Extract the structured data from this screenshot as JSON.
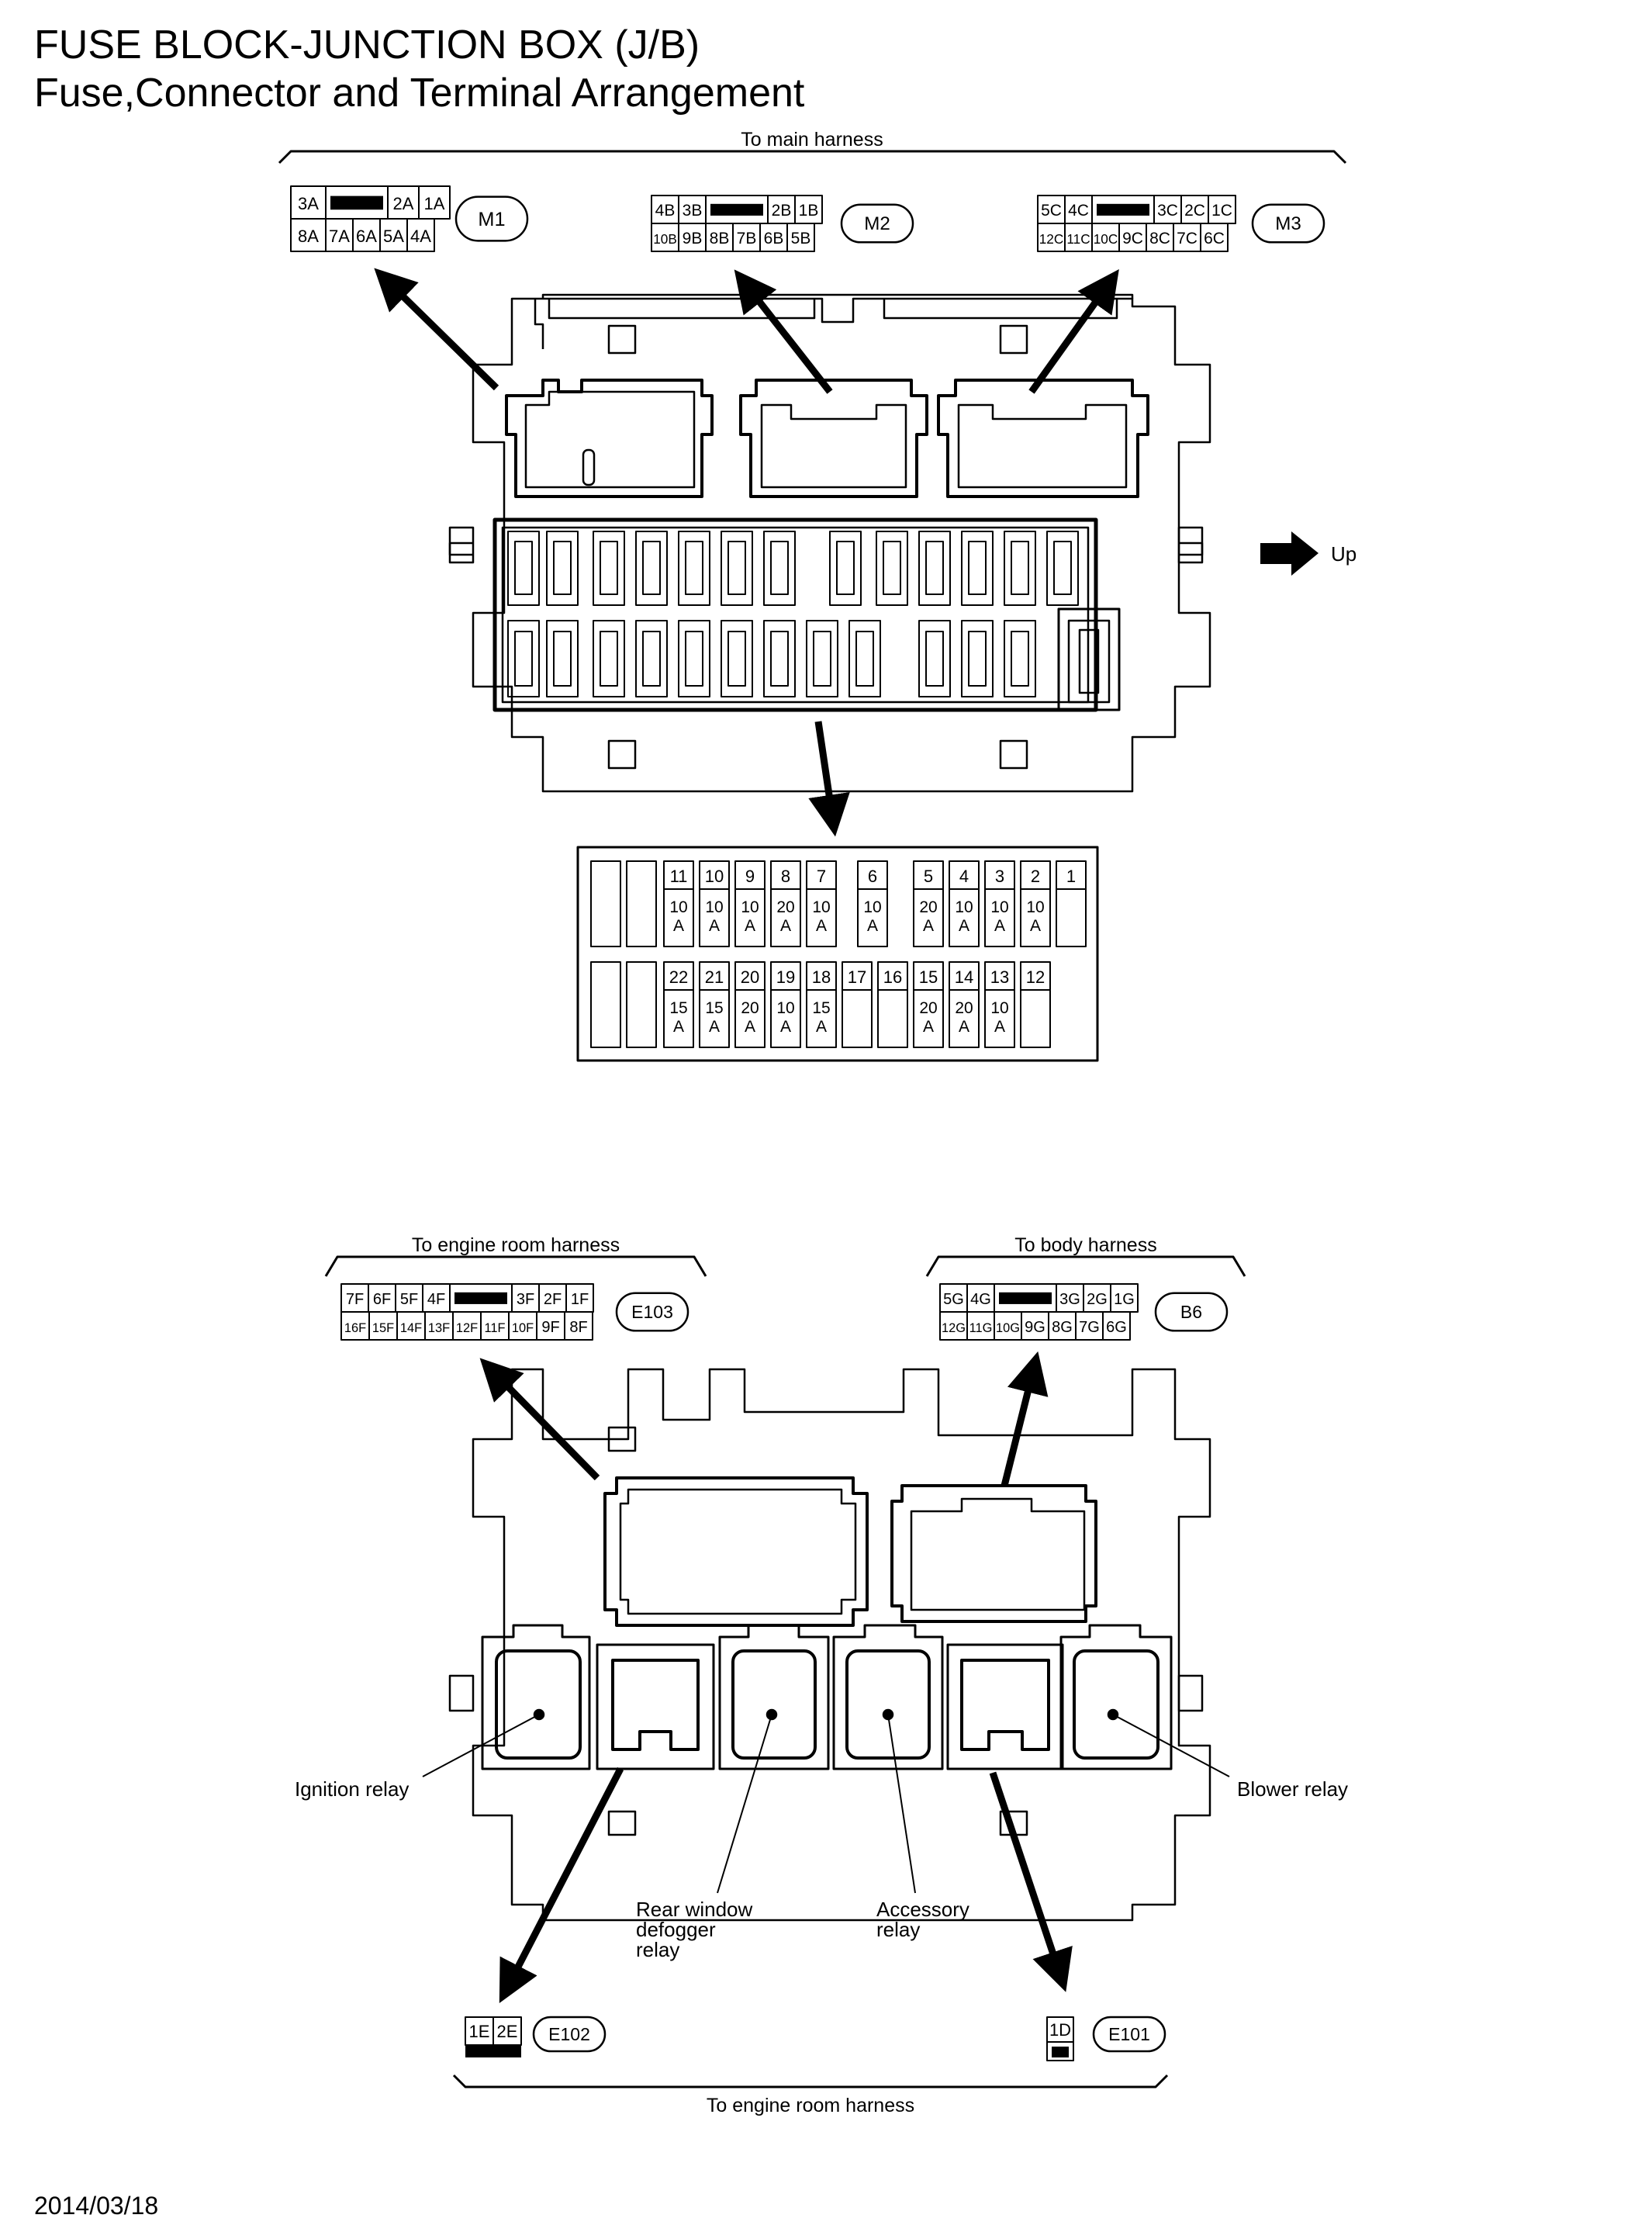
{
  "title": "FUSE BLOCK-JUNCTION BOX (J/B)",
  "subtitle": "Fuse,Connector and Terminal Arrangement",
  "date": "2014/03/18",
  "upper_section": {
    "harness_label": "To main harness",
    "up_label": "Up",
    "connectors": [
      {
        "id": "M1",
        "top_row": [
          "3A",
          "",
          "2A",
          "1A"
        ],
        "bottom_row": [
          "8A",
          "7A",
          "6A",
          "5A",
          "4A"
        ]
      },
      {
        "id": "M2",
        "top_row": [
          "4B",
          "3B",
          "",
          "2B",
          "1B"
        ],
        "bottom_row": [
          "10B",
          "9B",
          "8B",
          "7B",
          "6B",
          "5B"
        ]
      },
      {
        "id": "M3",
        "top_row": [
          "5C",
          "4C",
          "",
          "3C",
          "2C",
          "1C"
        ],
        "bottom_row": [
          "12C",
          "11C",
          "10C",
          "9C",
          "8C",
          "7C",
          "6C"
        ]
      }
    ],
    "fuse_table": {
      "top_row": [
        {
          "no": "",
          "amp": ""
        },
        {
          "no": "",
          "amp": ""
        },
        {
          "no": "11",
          "amp": "10 A"
        },
        {
          "no": "10",
          "amp": "10 A"
        },
        {
          "no": "9",
          "amp": "10 A"
        },
        {
          "no": "8",
          "amp": "20 A"
        },
        {
          "no": "7",
          "amp": "10 A"
        },
        {
          "no": "6",
          "amp": "10 A"
        },
        {
          "no": "5",
          "amp": "20 A"
        },
        {
          "no": "4",
          "amp": "10 A"
        },
        {
          "no": "3",
          "amp": "10 A"
        },
        {
          "no": "2",
          "amp": "10 A"
        },
        {
          "no": "1",
          "amp": ""
        }
      ],
      "bottom_row": [
        {
          "no": "",
          "amp": ""
        },
        {
          "no": "",
          "amp": ""
        },
        {
          "no": "22",
          "amp": "15 A"
        },
        {
          "no": "21",
          "amp": "15 A"
        },
        {
          "no": "20",
          "amp": "20 A"
        },
        {
          "no": "19",
          "amp": "10 A"
        },
        {
          "no": "18",
          "amp": "15 A"
        },
        {
          "no": "17",
          "amp": ""
        },
        {
          "no": "16",
          "amp": ""
        },
        {
          "no": "15",
          "amp": "20 A"
        },
        {
          "no": "14",
          "amp": "20 A"
        },
        {
          "no": "13",
          "amp": "10 A"
        },
        {
          "no": "12",
          "amp": ""
        }
      ]
    }
  },
  "lower_section": {
    "engine_harness_label_top": "To engine room harness",
    "body_harness_label": "To body harness",
    "engine_harness_label_bottom": "To engine room harness",
    "connectors": [
      {
        "id": "E103",
        "top_row": [
          "7F",
          "6F",
          "5F",
          "4F",
          "",
          "3F",
          "2F",
          "1F"
        ],
        "bottom_row": [
          "16F",
          "15F",
          "14F",
          "13F",
          "12F",
          "11F",
          "10F",
          "9F",
          "8F"
        ]
      },
      {
        "id": "B6",
        "top_row": [
          "5G",
          "4G",
          "",
          "3G",
          "2G",
          "1G"
        ],
        "bottom_row": [
          "12G",
          "11G",
          "10G",
          "9G",
          "8G",
          "7G",
          "6G"
        ]
      },
      {
        "id": "E102",
        "top_row": [
          "1E",
          "2E"
        ]
      },
      {
        "id": "E101",
        "top_row": [
          "1D"
        ]
      }
    ],
    "relays": {
      "ignition": "Ignition relay",
      "blower": "Blower relay",
      "rear_defogger": [
        "Rear window",
        "defogger",
        "relay"
      ],
      "accessory": [
        "Accessory",
        "relay"
      ]
    }
  }
}
